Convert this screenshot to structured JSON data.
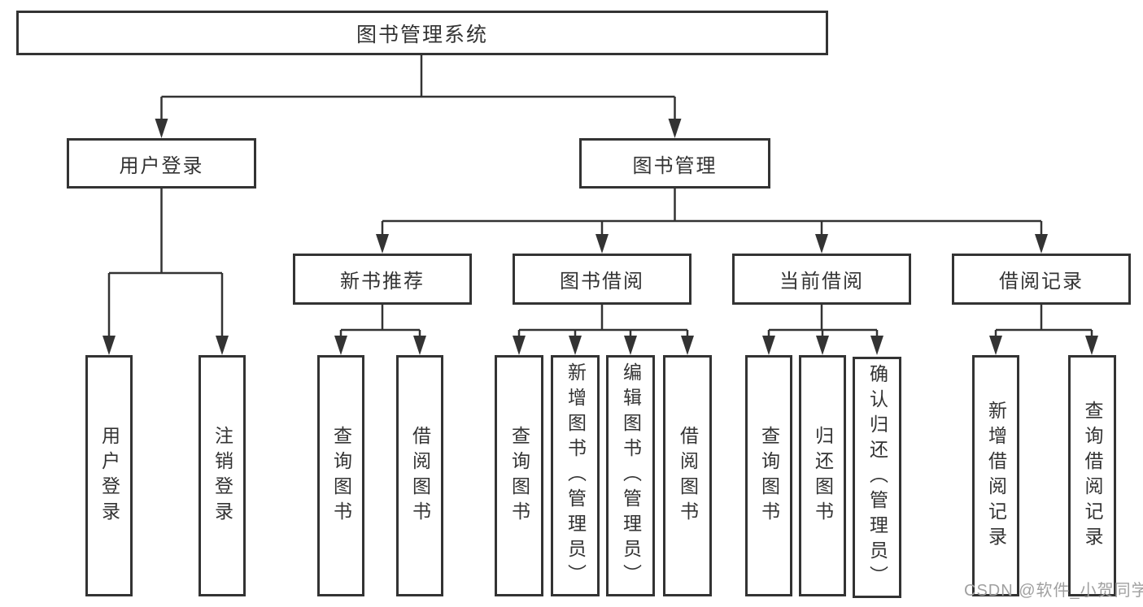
{
  "tree": {
    "root": {
      "label": "图书管理系统",
      "children": [
        {
          "label": "用户登录",
          "children": [
            {
              "label": "用户登录"
            },
            {
              "label": "注销登录"
            }
          ]
        },
        {
          "label": "图书管理",
          "children": [
            {
              "label": "新书推荐",
              "children": [
                {
                  "label": "查询图书"
                },
                {
                  "label": "借阅图书"
                }
              ]
            },
            {
              "label": "图书借阅",
              "children": [
                {
                  "label": "查询图书"
                },
                {
                  "label": "新增图书（管理员）"
                },
                {
                  "label": "编辑图书（管理员）"
                },
                {
                  "label": "借阅图书"
                }
              ]
            },
            {
              "label": "当前借阅",
              "children": [
                {
                  "label": "查询图书"
                },
                {
                  "label": "归还图书"
                },
                {
                  "label": "确认归还（管理员）"
                }
              ]
            },
            {
              "label": "借阅记录",
              "children": [
                {
                  "label": "新增借阅记录"
                },
                {
                  "label": "查询借阅记录"
                }
              ]
            }
          ]
        }
      ]
    }
  },
  "watermark": "CSDN @软件_小贺同学",
  "colors": {
    "line": "#333333",
    "text": "#333333",
    "background": "#ffffff",
    "watermark": "#a0a0a0"
  }
}
